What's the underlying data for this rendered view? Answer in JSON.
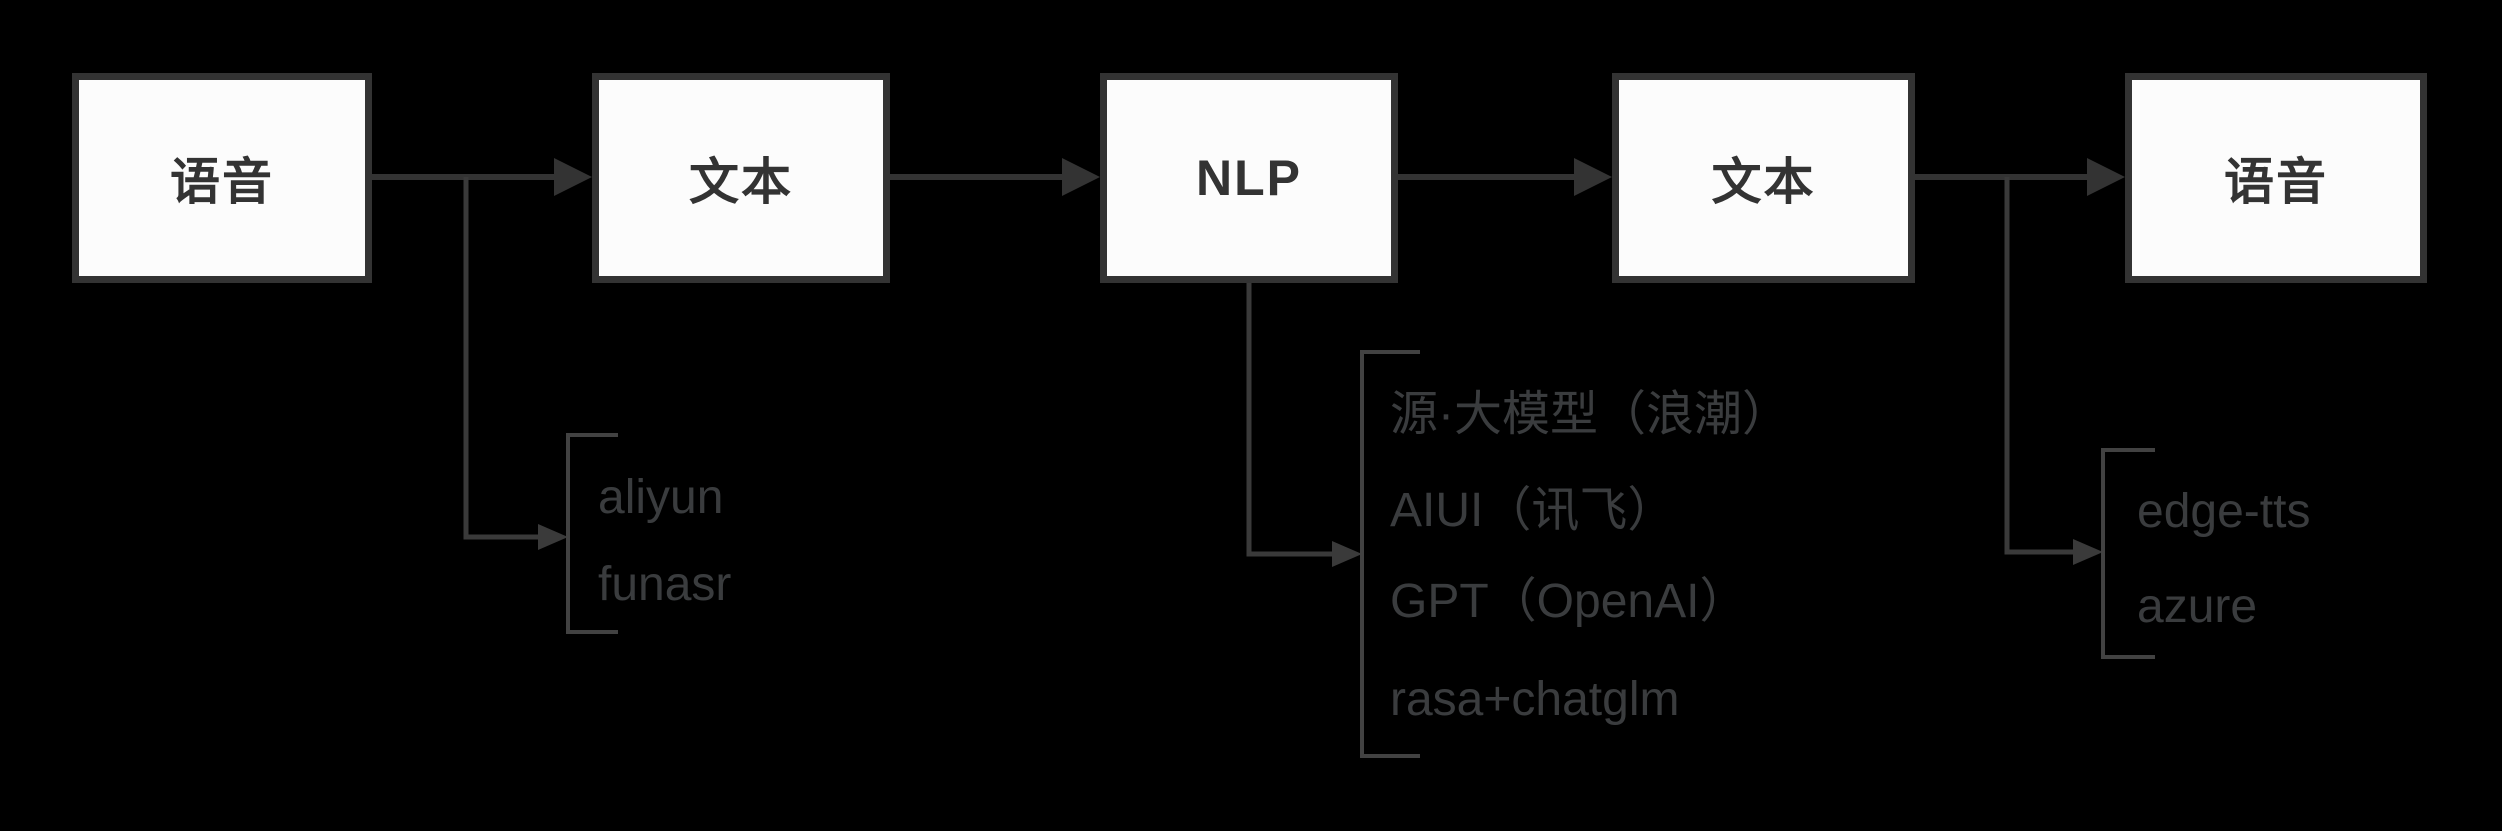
{
  "colors": {
    "background": "#000000",
    "box_fill": "#fcfcfc",
    "box_border": "#333333",
    "box_text": "#333333",
    "arrow": "#333333",
    "branch_line": "#3a3a3a",
    "bracket": "#424242",
    "annotation_text": "#3a3c3e"
  },
  "nodes": [
    {
      "label": "语音"
    },
    {
      "label": "文本"
    },
    {
      "label": "NLP"
    },
    {
      "label": "文本"
    },
    {
      "label": "语音"
    }
  ],
  "tool_groups": [
    {
      "items": [
        "aliyun",
        "funasr"
      ]
    },
    {
      "items": [
        "源·大模型（浪潮）",
        "AIUI（讯飞）",
        "GPT（OpenAI）",
        "rasa+chatglm"
      ]
    },
    {
      "items": [
        "edge-tts",
        "azure"
      ]
    }
  ]
}
